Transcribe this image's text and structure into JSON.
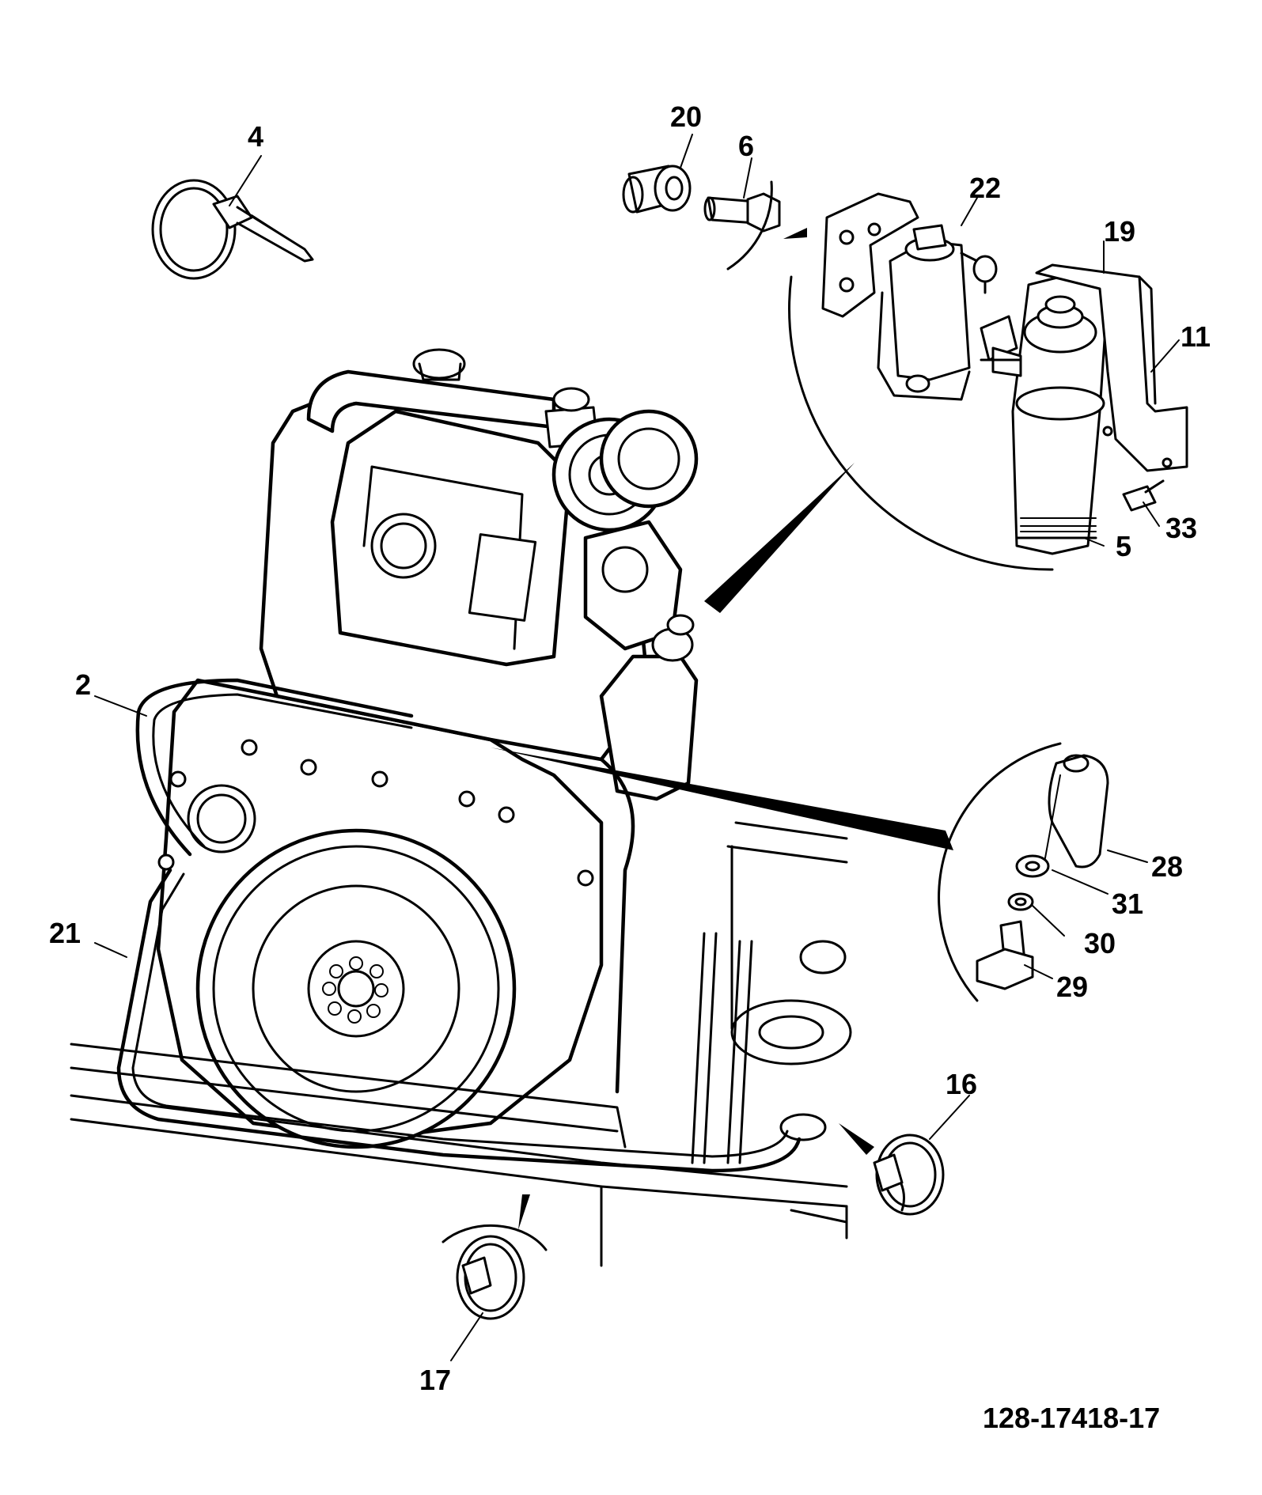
{
  "diagram": {
    "document_id": "128-17418-17",
    "callouts": [
      {
        "id": "c4",
        "label": "4"
      },
      {
        "id": "c20",
        "label": "20"
      },
      {
        "id": "c6",
        "label": "6"
      },
      {
        "id": "c22",
        "label": "22"
      },
      {
        "id": "c19",
        "label": "19"
      },
      {
        "id": "c11",
        "label": "11"
      },
      {
        "id": "c33",
        "label": "33"
      },
      {
        "id": "c5",
        "label": "5"
      },
      {
        "id": "c2",
        "label": "2"
      },
      {
        "id": "c28",
        "label": "28"
      },
      {
        "id": "c31",
        "label": "31"
      },
      {
        "id": "c30",
        "label": "30"
      },
      {
        "id": "c29",
        "label": "29"
      },
      {
        "id": "c21",
        "label": "21"
      },
      {
        "id": "c16",
        "label": "16"
      },
      {
        "id": "c17",
        "label": "17"
      }
    ]
  }
}
